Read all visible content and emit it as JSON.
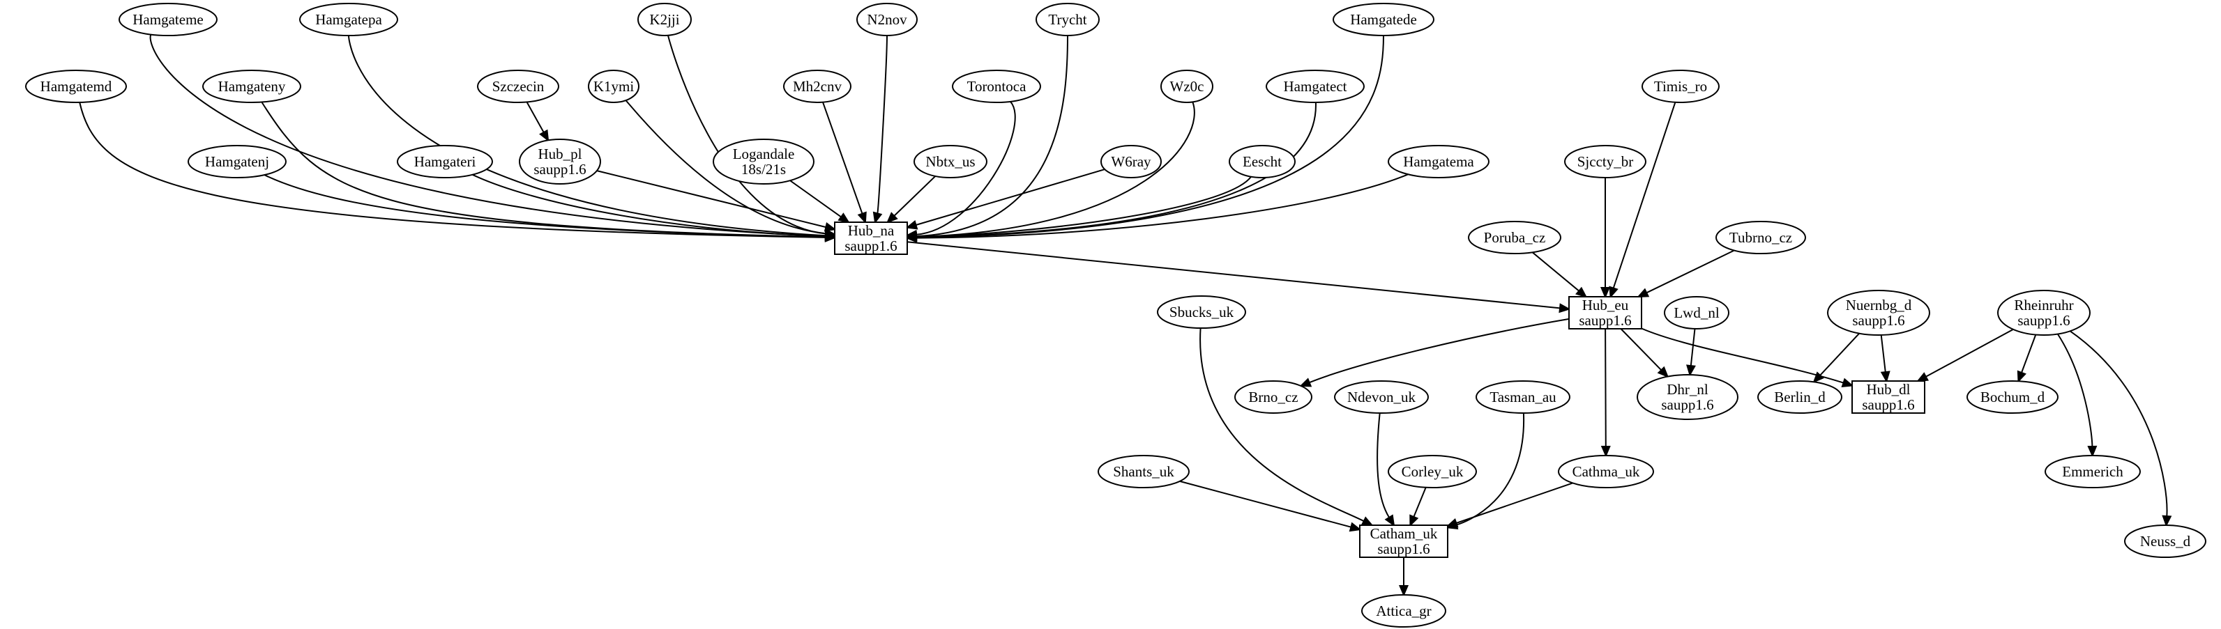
{
  "nodes": [
    {
      "id": "Hamgateme",
      "lines": [
        "Hamgateme"
      ],
      "shape": "ellipse"
    },
    {
      "id": "Hamgatepa",
      "lines": [
        "Hamgatepa"
      ],
      "shape": "ellipse"
    },
    {
      "id": "K2jji",
      "lines": [
        "K2jji"
      ],
      "shape": "ellipse"
    },
    {
      "id": "N2nov",
      "lines": [
        "N2nov"
      ],
      "shape": "ellipse"
    },
    {
      "id": "Trycht",
      "lines": [
        "Trycht"
      ],
      "shape": "ellipse"
    },
    {
      "id": "Hamgatede",
      "lines": [
        "Hamgatede"
      ],
      "shape": "ellipse"
    },
    {
      "id": "Hamgatemd",
      "lines": [
        "Hamgatemd"
      ],
      "shape": "ellipse"
    },
    {
      "id": "Hamgateny",
      "lines": [
        "Hamgateny"
      ],
      "shape": "ellipse"
    },
    {
      "id": "Szczecin",
      "lines": [
        "Szczecin"
      ],
      "shape": "ellipse"
    },
    {
      "id": "K1ymi",
      "lines": [
        "K1ymi"
      ],
      "shape": "ellipse"
    },
    {
      "id": "Mh2cnv",
      "lines": [
        "Mh2cnv"
      ],
      "shape": "ellipse"
    },
    {
      "id": "Torontoca",
      "lines": [
        "Torontoca"
      ],
      "shape": "ellipse"
    },
    {
      "id": "Wz0c",
      "lines": [
        "Wz0c"
      ],
      "shape": "ellipse"
    },
    {
      "id": "Hamgatect",
      "lines": [
        "Hamgatect"
      ],
      "shape": "ellipse"
    },
    {
      "id": "Timis_ro",
      "lines": [
        "Timis_ro"
      ],
      "shape": "ellipse"
    },
    {
      "id": "Hamgatenj",
      "lines": [
        "Hamgatenj"
      ],
      "shape": "ellipse"
    },
    {
      "id": "Hamgateri",
      "lines": [
        "Hamgateri"
      ],
      "shape": "ellipse"
    },
    {
      "id": "Hub_pl",
      "lines": [
        "Hub_pl",
        "saupp1.6"
      ],
      "shape": "ellipse"
    },
    {
      "id": "Logandale",
      "lines": [
        "Logandale",
        "18s/21s"
      ],
      "shape": "ellipse"
    },
    {
      "id": "Nbtx_us",
      "lines": [
        "Nbtx_us"
      ],
      "shape": "ellipse"
    },
    {
      "id": "W6ray",
      "lines": [
        "W6ray"
      ],
      "shape": "ellipse"
    },
    {
      "id": "Eescht",
      "lines": [
        "Eescht"
      ],
      "shape": "ellipse"
    },
    {
      "id": "Hamgatema",
      "lines": [
        "Hamgatema"
      ],
      "shape": "ellipse"
    },
    {
      "id": "Sjccty_br",
      "lines": [
        "Sjccty_br"
      ],
      "shape": "ellipse"
    },
    {
      "id": "Hub_na",
      "lines": [
        "Hub_na",
        "saupp1.6"
      ],
      "shape": "box"
    },
    {
      "id": "Poruba_cz",
      "lines": [
        "Poruba_cz"
      ],
      "shape": "ellipse"
    },
    {
      "id": "Tubrno_cz",
      "lines": [
        "Tubrno_cz"
      ],
      "shape": "ellipse"
    },
    {
      "id": "Sbucks_uk",
      "lines": [
        "Sbucks_uk"
      ],
      "shape": "ellipse"
    },
    {
      "id": "Hub_eu",
      "lines": [
        "Hub_eu",
        "saupp1.6"
      ],
      "shape": "box"
    },
    {
      "id": "Lwd_nl",
      "lines": [
        "Lwd_nl"
      ],
      "shape": "ellipse"
    },
    {
      "id": "Nuernbg_d",
      "lines": [
        "Nuernbg_d",
        "saupp1.6"
      ],
      "shape": "ellipse"
    },
    {
      "id": "Rheinruhr",
      "lines": [
        "Rheinruhr",
        "saupp1.6"
      ],
      "shape": "ellipse"
    },
    {
      "id": "Brno_cz",
      "lines": [
        "Brno_cz"
      ],
      "shape": "ellipse"
    },
    {
      "id": "Ndevon_uk",
      "lines": [
        "Ndevon_uk"
      ],
      "shape": "ellipse"
    },
    {
      "id": "Tasman_au",
      "lines": [
        "Tasman_au"
      ],
      "shape": "ellipse"
    },
    {
      "id": "Dhr_nl",
      "lines": [
        "Dhr_nl",
        "saupp1.6"
      ],
      "shape": "ellipse"
    },
    {
      "id": "Berlin_d",
      "lines": [
        "Berlin_d"
      ],
      "shape": "ellipse"
    },
    {
      "id": "Hub_dl",
      "lines": [
        "Hub_dl",
        "saupp1.6"
      ],
      "shape": "box"
    },
    {
      "id": "Bochum_d",
      "lines": [
        "Bochum_d"
      ],
      "shape": "ellipse"
    },
    {
      "id": "Shants_uk",
      "lines": [
        "Shants_uk"
      ],
      "shape": "ellipse"
    },
    {
      "id": "Corley_uk",
      "lines": [
        "Corley_uk"
      ],
      "shape": "ellipse"
    },
    {
      "id": "Cathma_uk",
      "lines": [
        "Cathma_uk"
      ],
      "shape": "ellipse"
    },
    {
      "id": "Emmerich",
      "lines": [
        "Emmerich"
      ],
      "shape": "ellipse"
    },
    {
      "id": "Catham_uk",
      "lines": [
        "Catham_uk",
        "saupp1.6"
      ],
      "shape": "box"
    },
    {
      "id": "Neuss_d",
      "lines": [
        "Neuss_d"
      ],
      "shape": "ellipse"
    },
    {
      "id": "Attica_gr",
      "lines": [
        "Attica_gr"
      ],
      "shape": "ellipse"
    }
  ],
  "edges": [
    {
      "from": "Hamgateme",
      "to": "Hub_na"
    },
    {
      "from": "Hamgatepa",
      "to": "Hub_na"
    },
    {
      "from": "K2jji",
      "to": "Hub_na"
    },
    {
      "from": "N2nov",
      "to": "Hub_na"
    },
    {
      "from": "Trycht",
      "to": "Hub_na"
    },
    {
      "from": "Hamgatede",
      "to": "Hub_na"
    },
    {
      "from": "Hamgatemd",
      "to": "Hub_na"
    },
    {
      "from": "Hamgateny",
      "to": "Hub_na"
    },
    {
      "from": "Szczecin",
      "to": "Hub_pl"
    },
    {
      "from": "K1ymi",
      "to": "Hub_na"
    },
    {
      "from": "Mh2cnv",
      "to": "Hub_na"
    },
    {
      "from": "Torontoca",
      "to": "Hub_na"
    },
    {
      "from": "Wz0c",
      "to": "Hub_na"
    },
    {
      "from": "Hamgatect",
      "to": "Hub_na"
    },
    {
      "from": "Hamgatenj",
      "to": "Hub_na"
    },
    {
      "from": "Hamgateri",
      "to": "Hub_na"
    },
    {
      "from": "Hub_pl",
      "to": "Hub_na"
    },
    {
      "from": "Logandale",
      "to": "Hub_na"
    },
    {
      "from": "Nbtx_us",
      "to": "Hub_na"
    },
    {
      "from": "W6ray",
      "to": "Hub_na"
    },
    {
      "from": "Eescht",
      "to": "Hub_na"
    },
    {
      "from": "Hamgatema",
      "to": "Hub_na"
    },
    {
      "from": "Hub_na",
      "to": "Hub_eu"
    },
    {
      "from": "Sjccty_br",
      "to": "Hub_eu"
    },
    {
      "from": "Timis_ro",
      "to": "Hub_eu"
    },
    {
      "from": "Poruba_cz",
      "to": "Hub_eu"
    },
    {
      "from": "Tubrno_cz",
      "to": "Hub_eu"
    },
    {
      "from": "Hub_eu",
      "to": "Brno_cz"
    },
    {
      "from": "Hub_eu",
      "to": "Dhr_nl"
    },
    {
      "from": "Hub_eu",
      "to": "Hub_dl"
    },
    {
      "from": "Hub_eu",
      "to": "Cathma_uk"
    },
    {
      "from": "Lwd_nl",
      "to": "Dhr_nl"
    },
    {
      "from": "Nuernbg_d",
      "to": "Berlin_d"
    },
    {
      "from": "Nuernbg_d",
      "to": "Hub_dl"
    },
    {
      "from": "Rheinruhr",
      "to": "Hub_dl"
    },
    {
      "from": "Rheinruhr",
      "to": "Bochum_d"
    },
    {
      "from": "Rheinruhr",
      "to": "Emmerich"
    },
    {
      "from": "Rheinruhr",
      "to": "Neuss_d"
    },
    {
      "from": "Sbucks_uk",
      "to": "Catham_uk"
    },
    {
      "from": "Ndevon_uk",
      "to": "Catham_uk"
    },
    {
      "from": "Tasman_au",
      "to": "Catham_uk"
    },
    {
      "from": "Shants_uk",
      "to": "Catham_uk"
    },
    {
      "from": "Corley_uk",
      "to": "Catham_uk"
    },
    {
      "from": "Cathma_uk",
      "to": "Catham_uk"
    },
    {
      "from": "Catham_uk",
      "to": "Attica_gr"
    }
  ]
}
